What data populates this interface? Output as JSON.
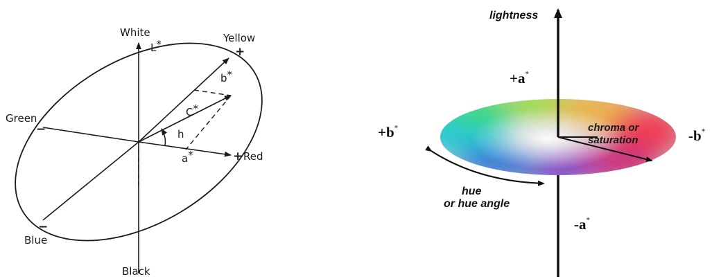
{
  "left_diagram": {
    "labels": {
      "white": "White",
      "black": "Black",
      "yellow": "Yellow",
      "blue": "Blue",
      "green": "Green",
      "red": "Red",
      "l_star": "L",
      "a_star": "a",
      "b_star": "b",
      "c_star": "C",
      "h": "h",
      "star": "*",
      "plus": "+",
      "minus": "−"
    }
  },
  "right_diagram": {
    "labels": {
      "lightness": "lightness",
      "plus_a": "+a",
      "minus_a": "-a",
      "plus_b": "+b",
      "minus_b": "-b",
      "sup_star": "*",
      "chroma_line1": "chroma or",
      "chroma_line2": "saturation",
      "hue_line1": "hue",
      "hue_line2": "or hue angle"
    }
  }
}
